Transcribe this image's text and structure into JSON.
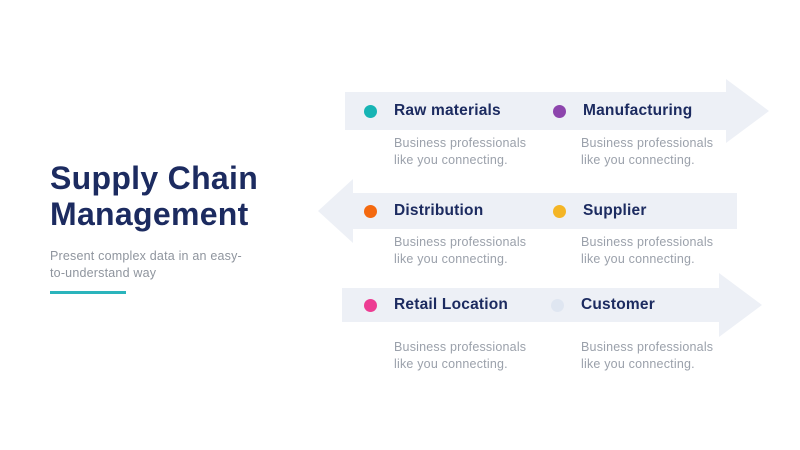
{
  "slide": {
    "title_lines": [
      "Supply Chain",
      "Management"
    ],
    "subtitle_lines": [
      "Present complex data in an easy-",
      "to-understand way"
    ],
    "colors": {
      "background": "#ffffff",
      "title": "#1c2b60",
      "subtitle": "#8f959e",
      "accent": "#2ab4bc",
      "arrow_fill": "#edf0f6",
      "step_label": "#1c2b60",
      "description": "#9ba1ab"
    }
  },
  "diagram": {
    "description_lines": [
      "Business professionals",
      "like you connecting."
    ],
    "rows": [
      {
        "direction": "right",
        "items": [
          {
            "label": "Raw materials",
            "dot_color": "#17b4b4"
          },
          {
            "label": "Manufacturing",
            "dot_color": "#8d45ad"
          }
        ]
      },
      {
        "direction": "left",
        "items": [
          {
            "label": "Distribution",
            "dot_color": "#f4690f"
          },
          {
            "label": "Supplier",
            "dot_color": "#f4b525"
          }
        ]
      },
      {
        "direction": "right",
        "items": [
          {
            "label": "Retail Location",
            "dot_color": "#ed3d93"
          },
          {
            "label": "Customer",
            "dot_color": "#dfe6f1"
          }
        ]
      }
    ]
  }
}
